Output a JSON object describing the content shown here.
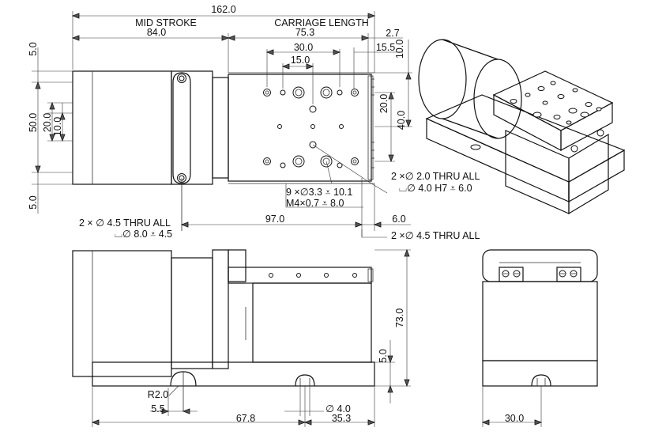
{
  "labels": {
    "total_length": "162.0",
    "mid_stroke": "MID STROKE",
    "mid_stroke_value": "84.0",
    "carriage_length": "CARRIAGE LENGTH",
    "carriage_length_value": "75.3",
    "dim_2_7": "2.7",
    "dim_15_5": "15.5",
    "dim_30": "30.0",
    "dim_15": "15.0",
    "dim_10_right": "10.0",
    "dim_20_right": "20.0",
    "dim_40_right": "40.0",
    "dim_5_top": "5.0",
    "dim_5_bottom": "5.0",
    "dim_50": "50.0",
    "dim_20_left": "20.0",
    "dim_10_left": "10.0",
    "holes_9": "9 ×∅3.3 ⩡ 10.1",
    "m4": "M4×0.7  ⩡ 8.0",
    "thru_2_0": "2 ×∅ 2.0 THRU ALL",
    "h7": "⌴∅ 4.0 H7 ⩡ 6.0",
    "thru_4_5_left": "2 ×  ∅ 4.5 THRU ALL",
    "cbore_8": "⌴∅ 8.0 ⩡ 4.5",
    "dim_97": "97.0",
    "dim_6": "6.0",
    "thru_4_5_right": "2 ×∅ 4.5 THRU ALL",
    "dim_73": "73.0",
    "dim_5_side": "5.0",
    "r2": "R2.0",
    "dim_5_5": "5.5",
    "dim_67_8": "67.8",
    "dia_4": "∅ 4.0",
    "dim_35_3": "35.3",
    "dim_30_end": "30.0"
  }
}
